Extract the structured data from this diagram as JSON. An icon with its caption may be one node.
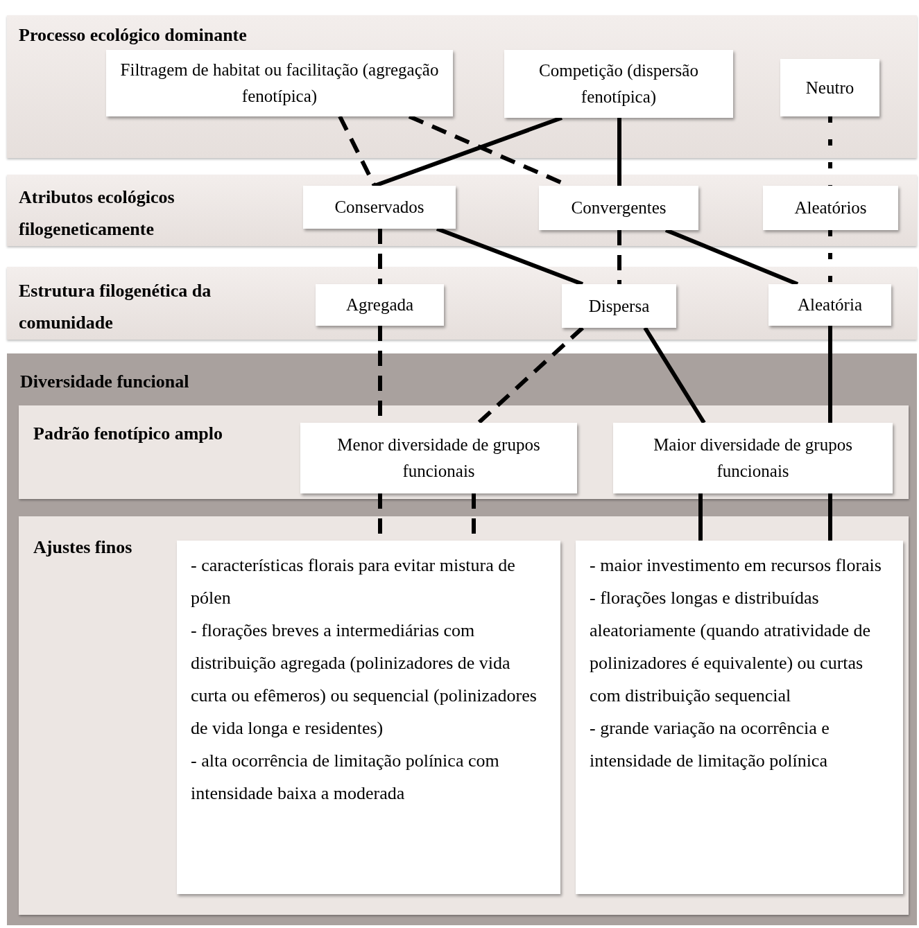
{
  "diagram": {
    "nodes": [
      {
        "text": [
          "Processo ecológico dominante"
        ]
      },
      {
        "text": [
          "Filtragem de habitat ou facilitação (agregação fenotípica)"
        ],
        "in": 0
      },
      {
        "text": [
          "Competição (dispersão fenotípica)"
        ],
        "in": 0
      },
      {
        "text": [
          "Neutro"
        ],
        "in": 0
      },
      {
        "text": [
          "Atributos ecológicos filogeneticamente"
        ]
      },
      {
        "text": [
          "Conservados"
        ],
        "in": 4
      },
      {
        "text": [
          "Convergentes"
        ],
        "in": 4
      },
      {
        "text": [
          "Aleatórios"
        ],
        "in": 4
      },
      {
        "text": [
          "Estrutura filogenética da comunidade"
        ]
      },
      {
        "text": [
          "Agregada"
        ],
        "in": 8
      },
      {
        "text": [
          "Dispersa"
        ],
        "in": 8
      },
      {
        "text": [
          "Aleatória"
        ],
        "in": 8
      },
      {
        "text": [
          "Diversidade funcional"
        ]
      },
      {
        "text": [
          "Padrão fenotípico amplo"
        ],
        "in": 12
      },
      {
        "text": [
          "Menor diversidade de grupos funcionais"
        ],
        "in": 13
      },
      {
        "text": [
          "Maior diversidade de grupos funcionais"
        ],
        "in": 13
      },
      {
        "text": [
          "Ajustes finos"
        ],
        "in": 12
      },
      {
        "text": [
          "- características florais para evitar mistura de pólen",
          "- florações breves a intermediárias com distribuição agregada (polinizadores de vida curta ou efêmeros) ou sequencial (polinizadores de vida longa e residentes)",
          "- alta ocorrência de limitação polínica com intensidade baixa a moderada"
        ],
        "in": 16
      },
      {
        "text": [
          "- maior investimento em recursos florais",
          "- florações longas e distribuídas aleatoriamente (quando atratividade de polinizadores é equivalente) ou curtas com distribuição sequencial",
          "- grande variação na ocorrência e intensidade de limitação polínica"
        ],
        "in": 16
      }
    ],
    "edges": [
      {
        "from": 1,
        "to": 5,
        "arrow": "none",
        "style": "dashed"
      },
      {
        "from": 1,
        "to": 6,
        "arrow": "none",
        "style": "dashed"
      },
      {
        "from": 2,
        "to": 5,
        "arrow": "none"
      },
      {
        "from": 2,
        "to": 6,
        "arrow": "none"
      },
      {
        "from": 3,
        "to": 7,
        "arrow": "none",
        "style": "dashed"
      },
      {
        "from": 5,
        "to": 9,
        "arrow": "none",
        "style": "dashed"
      },
      {
        "from": 5,
        "to": 10,
        "arrow": "none"
      },
      {
        "from": 6,
        "to": 10,
        "arrow": "none",
        "style": "dashed"
      },
      {
        "from": 6,
        "to": 11,
        "arrow": "none"
      },
      {
        "from": 7,
        "to": 11,
        "arrow": "none",
        "style": "dashed"
      },
      {
        "from": 9,
        "to": 14,
        "arrow": "none",
        "style": "dashed"
      },
      {
        "from": 10,
        "to": 14,
        "arrow": "none",
        "style": "dashed"
      },
      {
        "from": 10,
        "to": 15,
        "arrow": "none"
      },
      {
        "from": 11,
        "to": 15,
        "arrow": "none"
      },
      {
        "from": 14,
        "to": 17,
        "arrow": "none",
        "style": "dashed"
      },
      {
        "from": 14,
        "to": 17,
        "arrow": "none",
        "style": "dashed"
      },
      {
        "from": 15,
        "to": 18,
        "arrow": "none"
      },
      {
        "from": 15,
        "to": 18,
        "arrow": "none"
      }
    ]
  }
}
